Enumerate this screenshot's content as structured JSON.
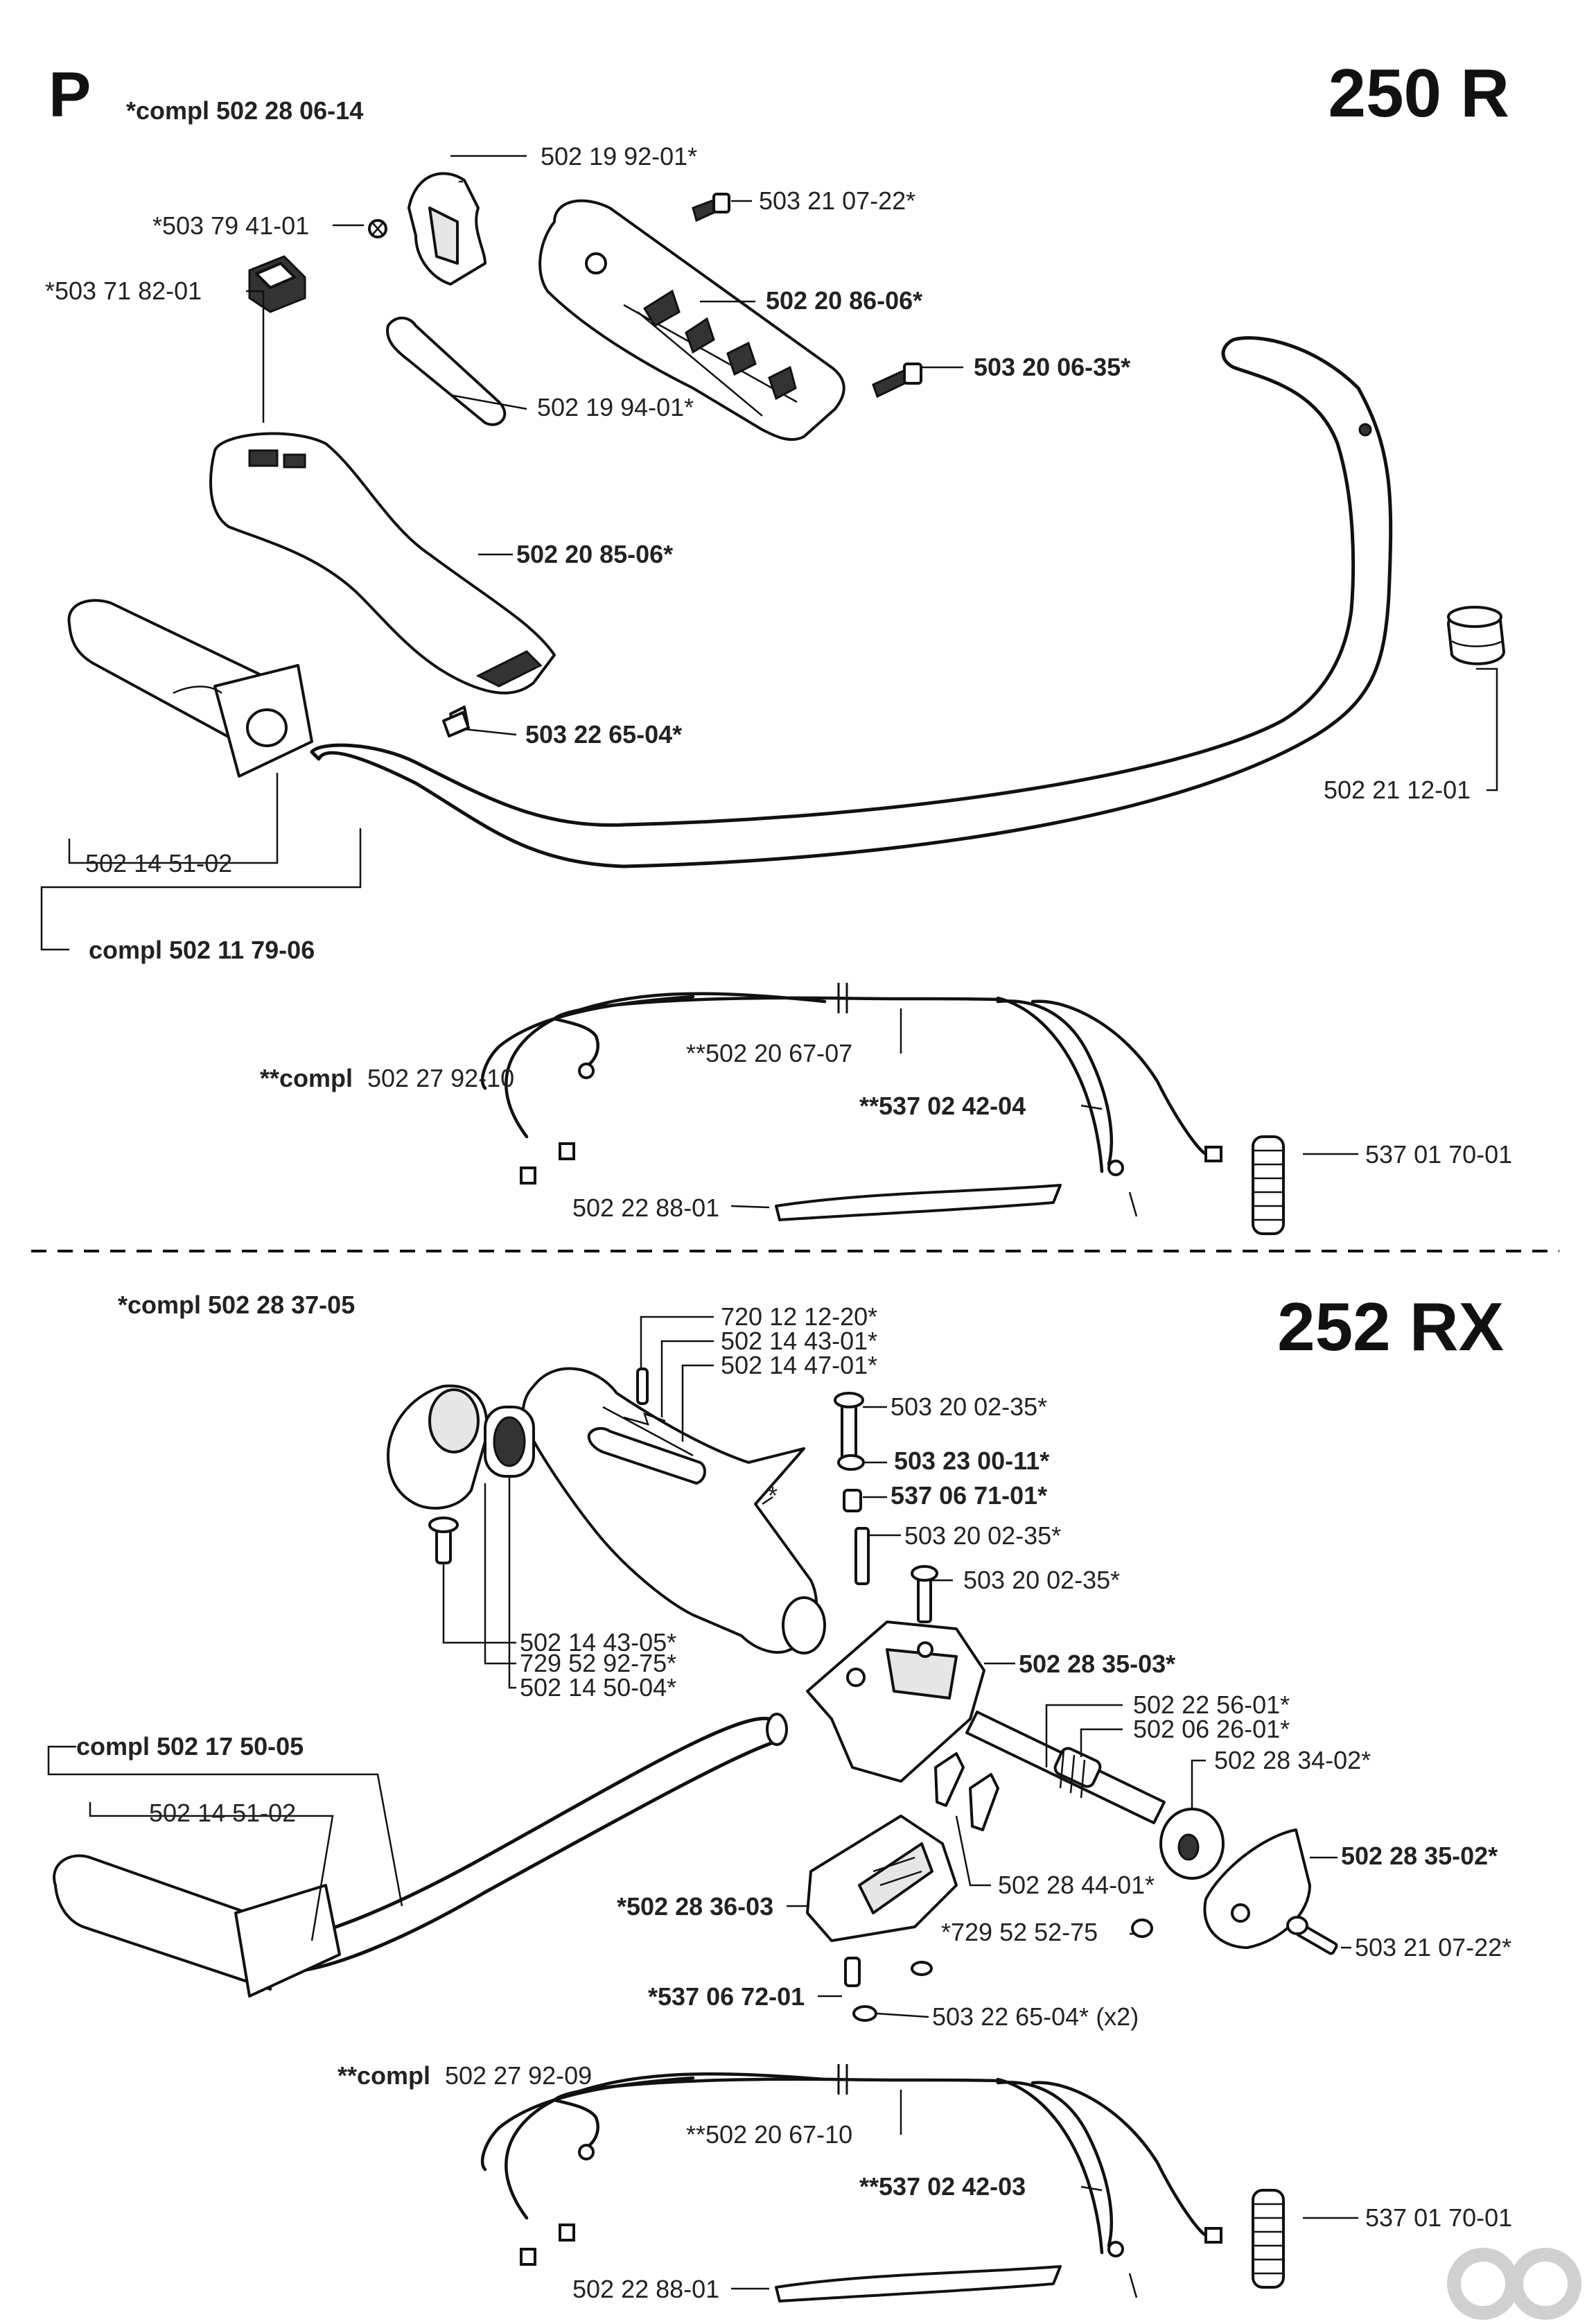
{
  "section_letter": "P",
  "models": {
    "top": "250 R",
    "bottom": "252 RX"
  },
  "top": {
    "kit": "*compl 502 28 06-14",
    "labels": {
      "l1": "502 19 92-01*",
      "l2": "503 21 07-22*",
      "l3": "*503 79 41-01",
      "l4": "*503 71 82-01",
      "l5": "502 20 86-06*",
      "l6": "503 20 06-35*",
      "l7": "502 19 94-01*",
      "l8": "502 20 85-06*",
      "l9": "503 22 65-04*",
      "l10": "502 21 12-01",
      "l11": "502 14 51-02",
      "l12": "compl 502 11 79-06",
      "l13": "**502 20 67-07",
      "l14": "**compl",
      "l14b": "502 27 92-10",
      "l15": "**537 02 42-04",
      "l16": "537 01 70-01",
      "l17": "502 22 88-01"
    }
  },
  "bottom": {
    "kit": "*compl 502 28 37-05",
    "labels": {
      "b1": "720 12 12-20*",
      "b2": "502 14 43-01*",
      "b3": "502 14 47-01*",
      "b4": "503 20 02-35*",
      "b5": "503 23 00-11*",
      "b6": "537 06 71-01*",
      "b7": "503 20 02-35*",
      "b8": "503 20 02-35*",
      "b9": "*",
      "b10": "502 14 43-05*",
      "b11": "729 52 92-75*",
      "b12": "502 14 50-04*",
      "b13": "502 28 35-03*",
      "b14": "502 22 56-01*",
      "b15": "502 06 26-01*",
      "b16": "compl 502 17 50-05",
      "b17": "502 28 34-02*",
      "b18": "502 14 51-02",
      "b19": "502 28 35-02*",
      "b20": "502 28 44-01*",
      "b21": "*502 28 36-03",
      "b22": "*729 52 52-75",
      "b23": "503 21 07-22*",
      "b24": "*537 06 72-01",
      "b25": "503 22 65-04* (x2)",
      "b26": "**compl",
      "b26b": "502 27 92-09",
      "b27": "**502 20 67-10",
      "b28": "**537 02 42-03",
      "b29": "537 01 70-01",
      "b30": "502 22 88-01"
    }
  }
}
